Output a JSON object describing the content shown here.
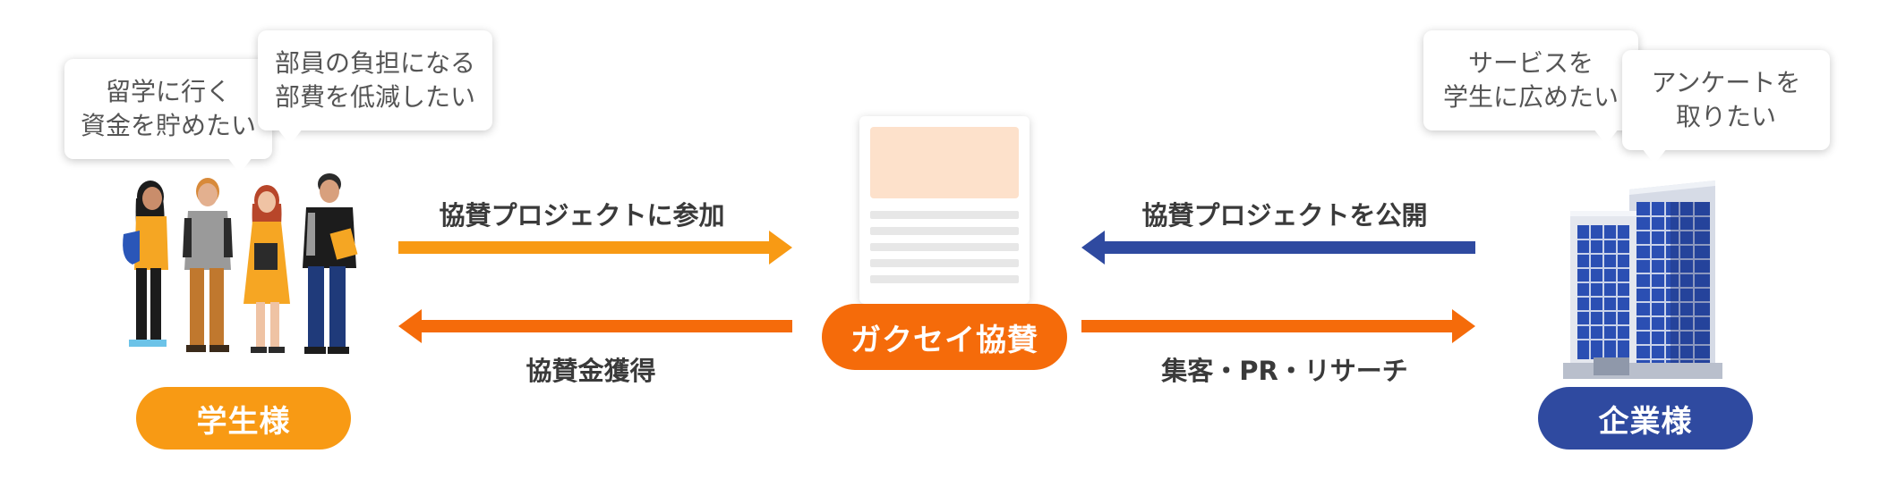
{
  "bubbles": {
    "student_1": "留学に行く\n資金を貯めたい",
    "student_2": "部員の負担になる\n部費を低減したい",
    "company_1": "サービスを\n学生に広めたい",
    "company_2": "アンケートを\n取りたい"
  },
  "flows": {
    "student_to_center": "協賛プロジェクトに参加",
    "center_to_student": "協賛金獲得",
    "company_to_center": "協賛プロジェクトを公開",
    "center_to_company": "集客・PR・リサーチ"
  },
  "pills": {
    "students": "学生様",
    "center": "ガクセイ協賛",
    "companies": "企業様"
  },
  "colors": {
    "orange_light": "#f89a14",
    "orange_dark": "#f56b0a",
    "navy": "#2f4aa0",
    "doc_hero": "#fde1cb"
  },
  "icons": {
    "students": "students-group-illustration",
    "company": "office-building-illustration",
    "document": "document-icon"
  }
}
